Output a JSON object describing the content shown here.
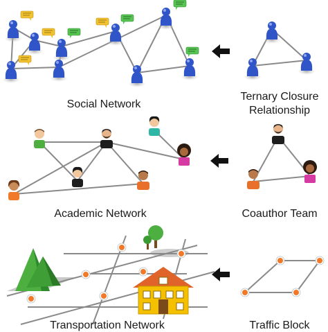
{
  "captions": {
    "social_network": "Social Network",
    "ternary_closure_line1": "Ternary Closure",
    "ternary_closure_line2": "Relationship",
    "academic_network": "Academic Network",
    "coauthor_team": "Coauthor Team",
    "transportation_network": "Transportation Network",
    "traffic_block": "Traffic Block"
  },
  "colors": {
    "person_blue": "#2f55c8",
    "chat_yellow": "#f2c230",
    "chat_green": "#57c453",
    "edge_gray": "#8a8a8a",
    "road_orange": "#f07a2a",
    "house_yellow": "#f5c000",
    "tree_green": "#4caf3f",
    "arrow_black": "#111111"
  },
  "icons": [
    "person-icon",
    "chat-bubble-icon",
    "avatar-icon",
    "house-icon",
    "tree-icon",
    "mountain-icon",
    "left-arrow-icon"
  ]
}
